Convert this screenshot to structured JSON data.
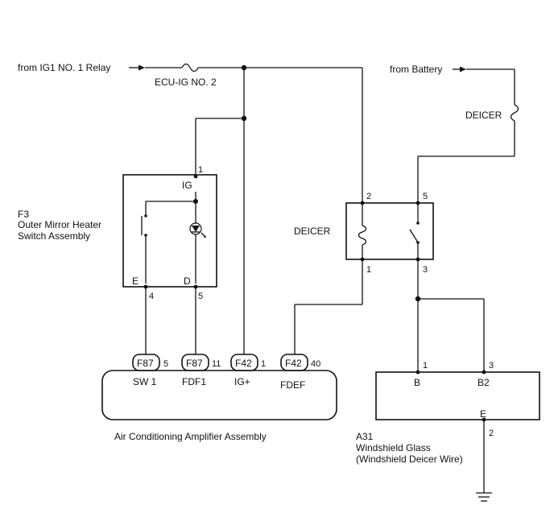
{
  "sources": {
    "ig1_relay": "from IG1 NO. 1 Relay",
    "battery": "from Battery"
  },
  "fuses": {
    "ecu_ig": "ECU-IG NO. 2",
    "deicer": "DEICER"
  },
  "switch_assembly": {
    "code": "F3",
    "name_line1": "Outer Mirror Heater",
    "name_line2": "Switch Assembly",
    "terminals": {
      "ig": "IG",
      "e": "E",
      "d": "D"
    },
    "pins": {
      "ig": "1",
      "e": "4",
      "d": "5"
    }
  },
  "relay": {
    "name": "DEICER",
    "pins": {
      "coil_top": "2",
      "coil_bottom": "1",
      "switch_top": "5",
      "switch_bottom": "3"
    }
  },
  "amplifier": {
    "name": "Air Conditioning Amplifier Assembly",
    "connectors": [
      {
        "code": "F87",
        "pin": "5",
        "terminal": "SW 1"
      },
      {
        "code": "F87",
        "pin": "11",
        "terminal": "FDF1"
      },
      {
        "code": "F42",
        "pin": "1",
        "terminal": "IG+"
      },
      {
        "code": "F42",
        "pin": "40",
        "terminal": "FDEF"
      }
    ]
  },
  "windshield": {
    "code": "A31",
    "name_line1": "Windshield Glass",
    "name_line2": "(Windshield Deicer Wire)",
    "terminals": {
      "b": "B",
      "b2": "B2",
      "e": "E"
    },
    "pins": {
      "b": "1",
      "b2": "3",
      "e": "2"
    }
  }
}
